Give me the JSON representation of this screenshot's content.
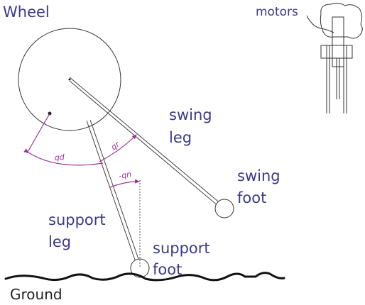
{
  "labels": {
    "wheel": "Wheel",
    "motors": "motors",
    "swing_leg_1": "swing",
    "swing_leg_2": "leg",
    "swing_foot_1": "swing",
    "swing_foot_2": "foot",
    "support_leg_1": "support",
    "support_leg_2": "leg",
    "support_foot_1": "support",
    "support_foot_2": "foot",
    "ground": "Ground"
  },
  "angles": {
    "qd": "qd",
    "qr": "qr",
    "qn": "-qn"
  },
  "colors": {
    "label": "#3a3a8c",
    "angle": "#a0309a",
    "line": "#444444"
  }
}
